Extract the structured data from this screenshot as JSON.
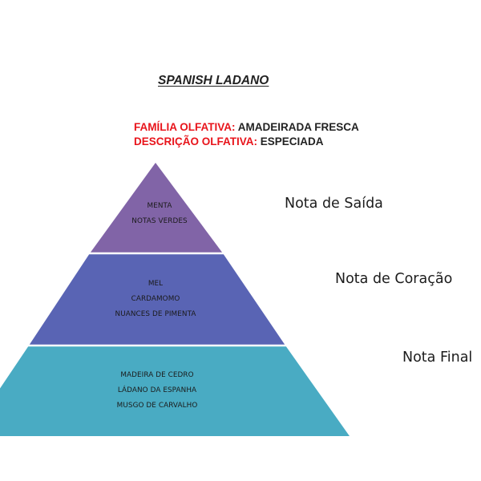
{
  "title": "SPANISH LADANO",
  "family": {
    "label": "FAMÍLIA OLFATIVA:",
    "value": "AMADEIRADA FRESCA"
  },
  "description": {
    "label": "DESCRIÇÃO OLFATIVA:",
    "value": "ESPECIADA"
  },
  "pyramid": {
    "top": {
      "note": "Nota de Saída",
      "ingredients": [
        "MENTA",
        "NOTAS VERDES"
      ],
      "color": "#8164a7"
    },
    "middle": {
      "note": "Nota de Coração",
      "ingredients": [
        "MEL",
        "CARDAMOMO",
        "NUANCES DE PIMENTA"
      ],
      "color": "#5964b4"
    },
    "bottom": {
      "note": "Nota Final",
      "ingredients": [
        "MADEIRA DE CEDRO",
        "LÁDANO DA ESPANHA",
        "MUSGO DE CARVALHO"
      ],
      "color": "#49abc3"
    }
  },
  "colors": {
    "label_red": "#e8141b",
    "separator": "#ffffff"
  }
}
